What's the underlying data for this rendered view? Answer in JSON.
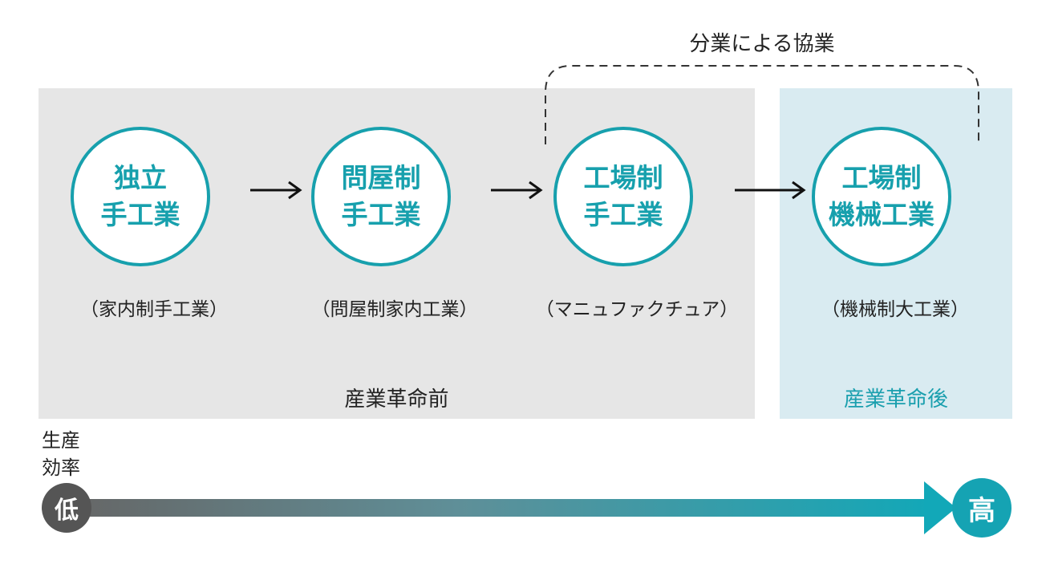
{
  "cooperation_label": "分業による協業",
  "eras": {
    "before": "産業革命前",
    "after": "産業革命後"
  },
  "stages": [
    {
      "line1": "独立",
      "line2": "手工業",
      "sub": "（家内制手工業）"
    },
    {
      "line1": "問屋制",
      "line2": "手工業",
      "sub": "（問屋制家内工業）"
    },
    {
      "line1": "工場制",
      "line2": "手工業",
      "sub": "（マニュファクチュア）"
    },
    {
      "line1": "工場制",
      "line2": "機械工業",
      "sub": "（機械制大工業）"
    }
  ],
  "productivity": {
    "label_line1": "生産",
    "label_line2": "効率",
    "low": "低",
    "high": "高"
  },
  "colors": {
    "accent": "#17a0ad",
    "panel_before": "#e6e6e6",
    "panel_after": "#d9ebf1",
    "low": "#555555",
    "high": "#15a3b3"
  }
}
